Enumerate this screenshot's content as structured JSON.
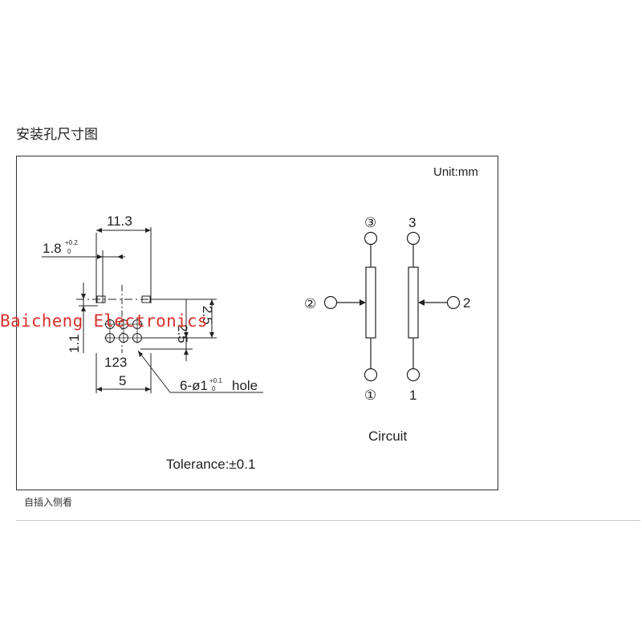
{
  "heading": "安装孔尺寸图",
  "caption": "自插入侧看",
  "unit": "Unit:mm",
  "dimensions": {
    "width_total": "11.3",
    "slot_width": "1.8",
    "slot_width_tol_plus": "+0.2",
    "slot_width_tol_minus": "0",
    "vertical_a": "2.5",
    "vertical_b": "2.5",
    "left_vertical": "1.1",
    "pitch_bottom": "5",
    "hole_prefix": "6-ø1",
    "hole_tol_plus": "+0.1",
    "hole_tol_minus": "0",
    "hole_suffix": "hole"
  },
  "pin_numbers": "123",
  "tolerance": "Tolerance:±0.1",
  "circuit": {
    "label": "Circuit",
    "left": {
      "top": "③",
      "side": "②",
      "bottom": "①"
    },
    "right": {
      "top": "3",
      "side": "2",
      "bottom": "1"
    }
  },
  "watermark": "Baicheng Electronics"
}
